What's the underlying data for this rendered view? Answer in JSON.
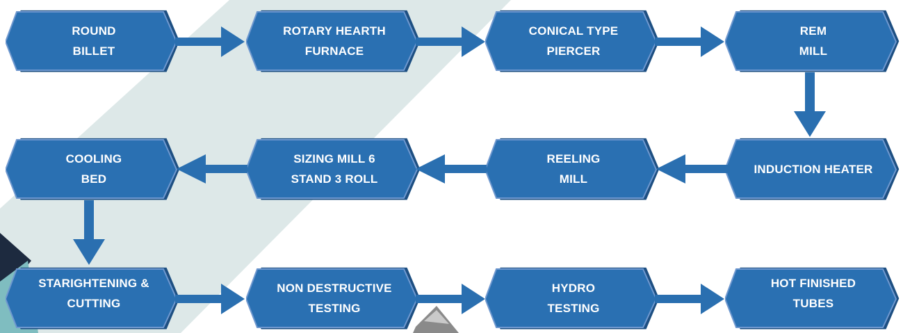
{
  "colors": {
    "box_fill": "#2a70b2",
    "box_shadow": "#1d4f82",
    "box_border": "#6f98cf",
    "arrow": "#2a6fb0",
    "background_band": "#dde8e8",
    "accent_teal": "#7fbdc0",
    "accent_navy": "#1d2a3f"
  },
  "flowchart": {
    "steps": [
      {
        "id": "round-billet",
        "label": "ROUND\nBILLET"
      },
      {
        "id": "rotary-hearth-furnace",
        "label": "ROTARY HEARTH\nFURNACE"
      },
      {
        "id": "conical-type-piercer",
        "label": "CONICAL TYPE\nPIERCER"
      },
      {
        "id": "rem-mill",
        "label": "REM\nMILL"
      },
      {
        "id": "induction-heater",
        "label": "INDUCTION HEATER"
      },
      {
        "id": "reeling-mill",
        "label": "REELING\nMILL"
      },
      {
        "id": "sizing-mill",
        "label": "SIZING MILL 6\nSTAND 3 ROLL"
      },
      {
        "id": "cooling-bed",
        "label": "COOLING\nBED"
      },
      {
        "id": "straightening-cutting",
        "label": "STARIGHTENING &\nCUTTING"
      },
      {
        "id": "non-destructive-testing",
        "label": "NON DESTRUCTIVE\nTESTING"
      },
      {
        "id": "hydro-testing",
        "label": "HYDRO\nTESTING"
      },
      {
        "id": "hot-finished-tubes",
        "label": "HOT FINISHED\nTUBES"
      }
    ]
  }
}
